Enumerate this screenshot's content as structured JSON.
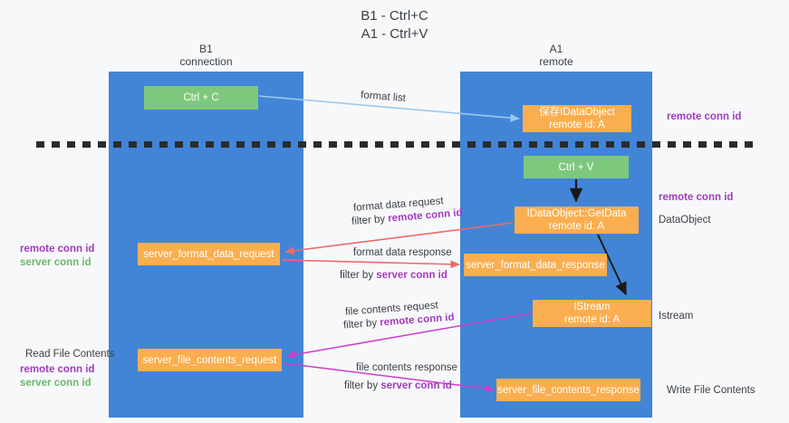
{
  "title": {
    "line1": "B1 - Ctrl+C",
    "line2": "A1 - Ctrl+V"
  },
  "columns": [
    {
      "id": "b1",
      "name": "B1",
      "role": "connection"
    },
    {
      "id": "a1",
      "name": "A1",
      "role": "remote"
    }
  ],
  "nodes": {
    "ctrl_c": {
      "label": "Ctrl + C",
      "color": "#7ec87e",
      "lane": "b1"
    },
    "save_idataobject": {
      "line1": "保存IDataObject",
      "line2": "remote id: A",
      "color": "#fbae4f",
      "lane": "a1"
    },
    "ctrl_v": {
      "label": "Ctrl + V",
      "color": "#7ec87e",
      "lane": "a1"
    },
    "getdata": {
      "line1": "IDataObject::GetData",
      "line2": "remote id: A",
      "color": "#fbae4f",
      "lane": "a1"
    },
    "server_format_data_request": {
      "label": "server_format_data_request",
      "color": "#fbae4f",
      "lane": "b1"
    },
    "server_format_data_response": {
      "label": "server_format_data_response",
      "color": "#fbae4f",
      "lane": "a1"
    },
    "istream": {
      "line1": "IStream",
      "line2": "remote id: A",
      "color": "#fbae4f",
      "lane": "a1"
    },
    "server_file_contents_request": {
      "label": "server_file_contents_request",
      "color": "#fbae4f",
      "lane": "b1"
    },
    "server_file_contents_response": {
      "label": "server_file_contents_response",
      "color": "#fbae4f",
      "lane": "a1"
    }
  },
  "edge_labels": {
    "format_list": "format list",
    "format_data_request": "format data request",
    "format_data_request_filter_prefix": "filter by ",
    "format_data_request_filter_key": "remote conn id",
    "format_data_response": "format data response",
    "format_data_response_filter_prefix": "filter by ",
    "format_data_response_filter_key": "server conn id",
    "file_contents_request": "file contents request",
    "file_contents_request_filter_prefix": "filter by ",
    "file_contents_request_filter_key": "remote conn id",
    "file_contents_response": "file contents response",
    "file_contents_response_filter_prefix": "filter by ",
    "file_contents_response_filter_key": "server conn id"
  },
  "annotations": {
    "right_remote_conn_id_top": "remote conn id",
    "right_remote_conn_id_mid": "remote conn id",
    "right_dataobject": "DataObject",
    "right_istream": "Istream",
    "right_write_file_contents": "Write File Contents",
    "left_read_file_contents": "Read File Contents",
    "left_remote_conn_id_1": "remote conn id",
    "left_server_conn_id_1": "server conn id",
    "left_remote_conn_id_2": "remote conn id",
    "left_server_conn_id_2": "server conn id"
  },
  "colors": {
    "lane": "#4285d6",
    "node_green": "#7ec87e",
    "node_orange": "#fbae4f",
    "accent_purple": "#a23bbf",
    "accent_green": "#6aba6a",
    "arrow_light_blue": "#9dc8ee",
    "arrow_red": "#ef6a6a",
    "arrow_magenta": "#d13bc9",
    "arrow_black": "#1a1a1a",
    "background": "#f7f8fa",
    "divider": "#2b2b2b"
  }
}
